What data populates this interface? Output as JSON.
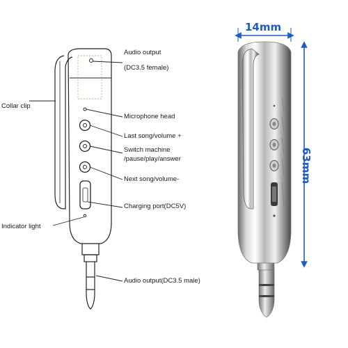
{
  "labels": {
    "audio_output_top": "Audio output",
    "audio_output_top_sub": "(DC3.5 female)",
    "collar_clip": "Collar clip",
    "microphone_head": "Microphone head",
    "last_song": "Last song/volume +",
    "switch_line1": "Switch machine",
    "switch_line2": "/pause/play/answer",
    "next_song": "Next song/volume-",
    "charging_port": "Charging port(DC5V)",
    "indicator_light": "Indicator light",
    "audio_output_bottom": "Audio output(DC3.5 male)"
  },
  "dimensions": {
    "width_label": "14mm",
    "height_label": "63mm",
    "arrow_color": "#1e5bc6"
  }
}
